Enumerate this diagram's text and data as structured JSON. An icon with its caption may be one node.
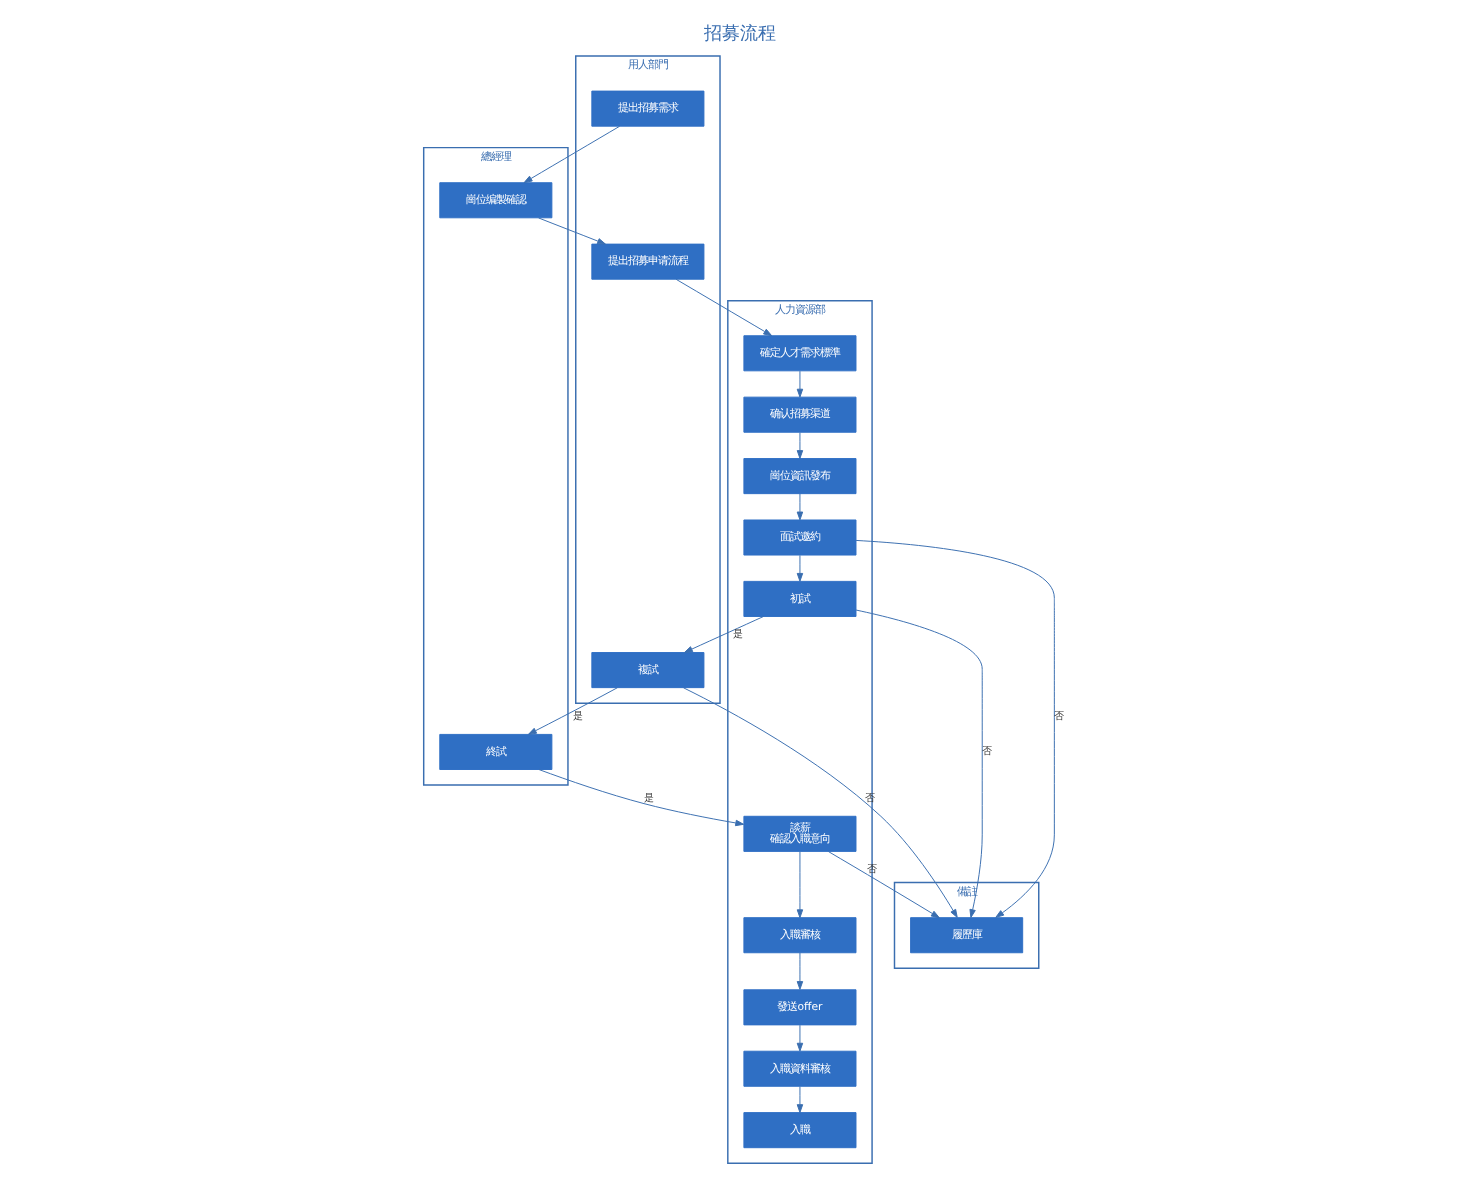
{
  "diagram": {
    "title": "招募流程",
    "nodes": [
      {
        "text": [
          "總經理"
        ]
      },
      {
        "text": [
          "用人部門"
        ]
      },
      {
        "text": [
          "人力資源部"
        ]
      },
      {
        "text": [
          "備註"
        ]
      },
      {
        "text": [
          "崗位编製確認"
        ],
        "in": 0
      },
      {
        "text": [
          "終試"
        ],
        "in": 0
      },
      {
        "text": [
          "提出招募需求"
        ],
        "in": 1
      },
      {
        "text": [
          "提出招募申请流程"
        ],
        "in": 1
      },
      {
        "text": [
          "複試"
        ],
        "in": 1
      },
      {
        "text": [
          "確定人才需求標準"
        ],
        "in": 2
      },
      {
        "text": [
          "确认招募渠道"
        ],
        "in": 2
      },
      {
        "text": [
          "崗位資訊發布"
        ],
        "in": 2
      },
      {
        "text": [
          "面試邀約"
        ],
        "in": 2
      },
      {
        "text": [
          "初試"
        ],
        "in": 2
      },
      {
        "text": [
          "談薪",
          "確認入職意向"
        ],
        "in": 2
      },
      {
        "text": [
          "入職審核"
        ],
        "in": 2
      },
      {
        "text": [
          "發送offer"
        ],
        "in": 2
      },
      {
        "text": [
          "入職資料審核"
        ],
        "in": 2
      },
      {
        "text": [
          "入職"
        ],
        "in": 2
      },
      {
        "text": [
          "履歷庫"
        ],
        "in": 3
      }
    ],
    "edges": [
      {
        "from": 6,
        "to": 4,
        "arrow": "to"
      },
      {
        "from": 4,
        "to": 7,
        "arrow": "to"
      },
      {
        "from": 7,
        "to": 9,
        "arrow": "to"
      },
      {
        "from": 9,
        "to": 10,
        "arrow": "to"
      },
      {
        "from": 10,
        "to": 11,
        "arrow": "to"
      },
      {
        "from": 11,
        "to": 12,
        "arrow": "to"
      },
      {
        "from": 12,
        "to": 19,
        "arrow": "to",
        "label": "否"
      },
      {
        "from": 12,
        "to": 13,
        "arrow": "to"
      },
      {
        "from": 13,
        "to": 8,
        "arrow": "to",
        "label": "是"
      },
      {
        "from": 13,
        "to": 19,
        "arrow": "to",
        "label": "否"
      },
      {
        "from": 8,
        "to": 5,
        "arrow": "to",
        "label": "是"
      },
      {
        "from": 5,
        "to": 14,
        "arrow": "to",
        "label": "是"
      },
      {
        "from": 8,
        "to": 19,
        "arrow": "to",
        "label": "否"
      },
      {
        "from": 14,
        "to": 19,
        "arrow": "to",
        "label": "否"
      },
      {
        "from": 14,
        "to": 15,
        "arrow": "to"
      },
      {
        "from": 15,
        "to": 16,
        "arrow": "to"
      },
      {
        "from": 16,
        "to": 17,
        "arrow": "to"
      },
      {
        "from": 17,
        "to": 18,
        "arrow": "to"
      }
    ]
  }
}
